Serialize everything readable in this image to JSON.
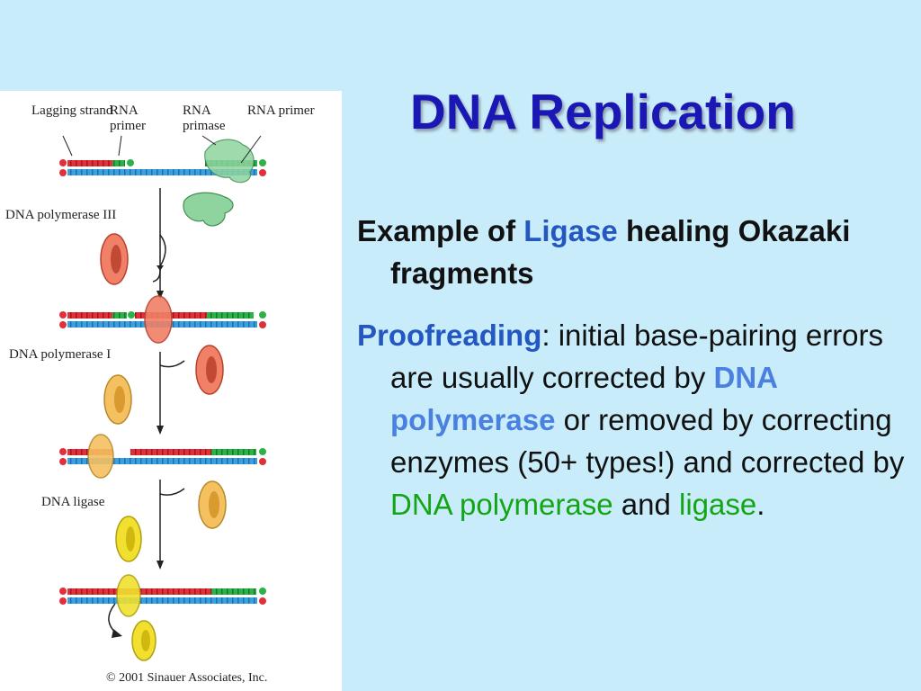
{
  "slide": {
    "title": "DNA Replication",
    "bullet1": {
      "pre": "Example of ",
      "keyword": "Ligase",
      "post": " healing Okazaki fragments"
    },
    "bullet2": {
      "keyword": "Proofreading",
      "t1": ":  initial base-pairing errors are usually corrected by ",
      "kw2": "DNA polymerase",
      "t2": " or removed by correcting enzymes (50+ types!) and corrected by ",
      "kw3": "DNA polymerase",
      "t3": " and ",
      "kw4": "ligase",
      "t4": "."
    }
  },
  "figure": {
    "labels": {
      "lagging_strand": "Lagging strand",
      "rna_primer_1": "RNA primer",
      "rna_primase": "RNA primase",
      "rna_primer_2": "RNA primer",
      "dna_pol_3": "DNA polymerase III",
      "dna_pol_1": "DNA polymerase I",
      "dna_ligase": "DNA ligase",
      "copyright": "© 2001 Sinauer Associates, Inc."
    }
  },
  "colors": {
    "background": "#c9ecfb",
    "title": "#1a17b5",
    "keyword_blue": "#2457c0",
    "keyword_green": "#14a514"
  }
}
